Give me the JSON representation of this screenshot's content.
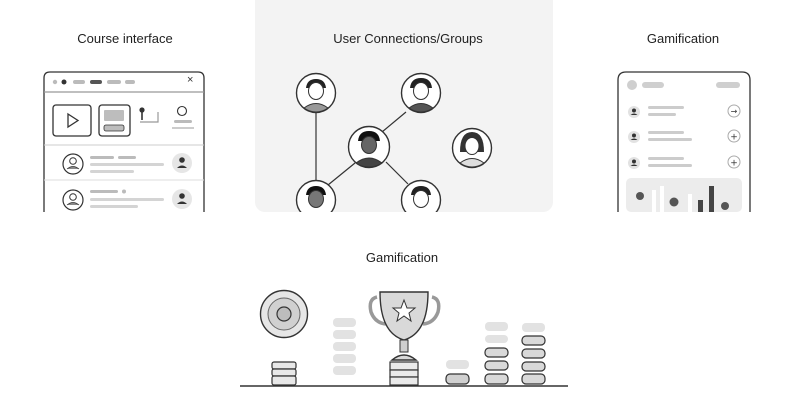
{
  "sections": {
    "course": {
      "title": "Course interface"
    },
    "connections": {
      "title": "User Connections/Groups"
    },
    "gamification_app": {
      "title": "Gamification"
    },
    "gamification_rewards": {
      "title": "Gamification"
    }
  },
  "icons": {
    "window_close": "×",
    "play": "play-icon",
    "trophy": "trophy-icon",
    "medal": "medal-icon",
    "coin": "coin-stack-icon"
  },
  "colors": {
    "stroke": "#333333",
    "light_gray": "#d9d9d9",
    "mid_gray": "#bdbdbd",
    "panel_bg": "#f3f3f3"
  }
}
